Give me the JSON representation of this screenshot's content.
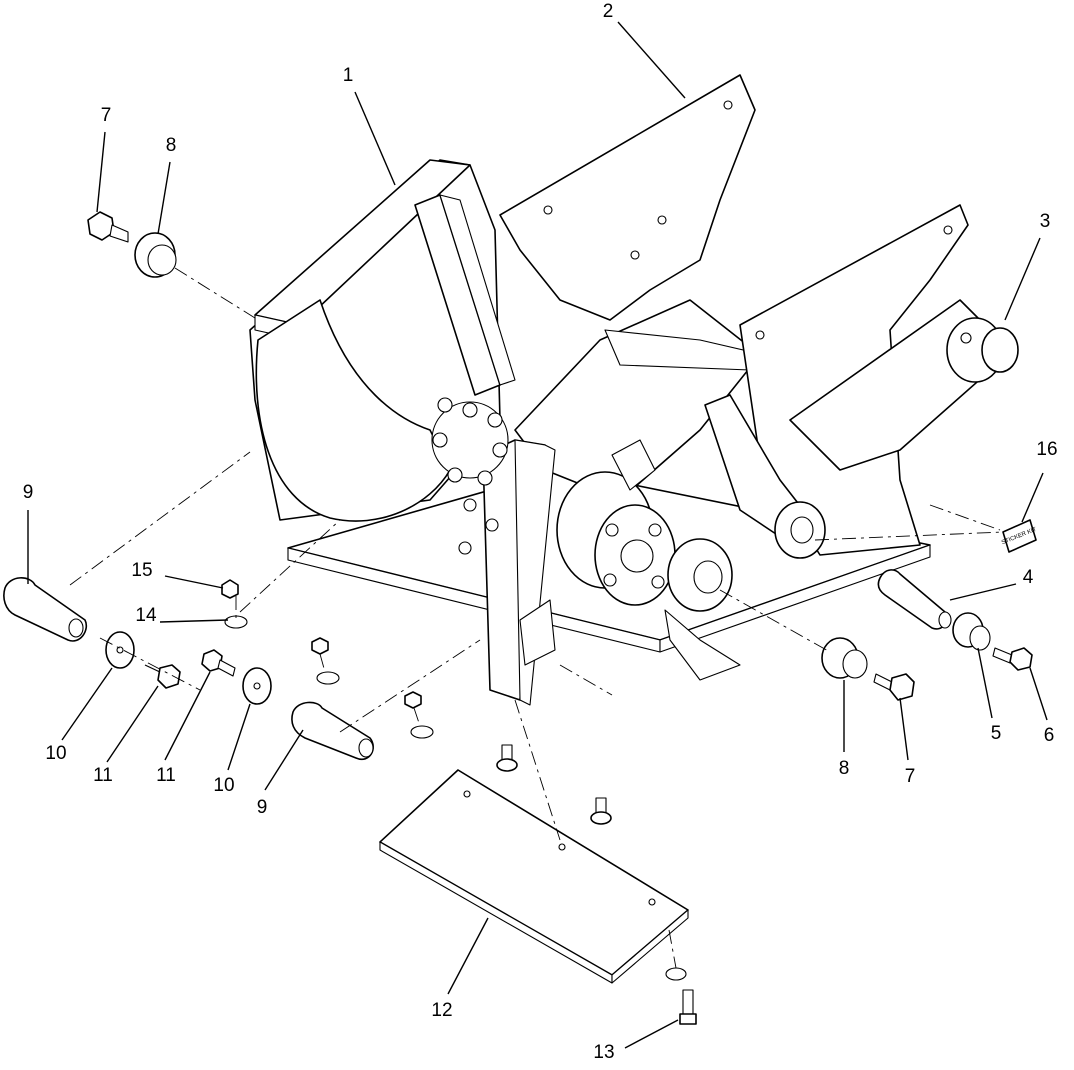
{
  "callouts": [
    {
      "id": "c1",
      "text": "1"
    },
    {
      "id": "c2",
      "text": "2"
    },
    {
      "id": "c3",
      "text": "3"
    },
    {
      "id": "c4",
      "text": "4"
    },
    {
      "id": "c5",
      "text": "5"
    },
    {
      "id": "c6",
      "text": "6"
    },
    {
      "id": "c7a",
      "text": "7"
    },
    {
      "id": "c7b",
      "text": "7"
    },
    {
      "id": "c8a",
      "text": "8"
    },
    {
      "id": "c8b",
      "text": "8"
    },
    {
      "id": "c9a",
      "text": "9"
    },
    {
      "id": "c9b",
      "text": "9"
    },
    {
      "id": "c10a",
      "text": "10"
    },
    {
      "id": "c10b",
      "text": "10"
    },
    {
      "id": "c11a",
      "text": "11"
    },
    {
      "id": "c11b",
      "text": "11"
    },
    {
      "id": "c12",
      "text": "12"
    },
    {
      "id": "c13",
      "text": "13"
    },
    {
      "id": "c14",
      "text": "14"
    },
    {
      "id": "c15",
      "text": "15"
    },
    {
      "id": "c16",
      "text": "16"
    }
  ],
  "sticker": {
    "text": "STICKER KIT"
  }
}
